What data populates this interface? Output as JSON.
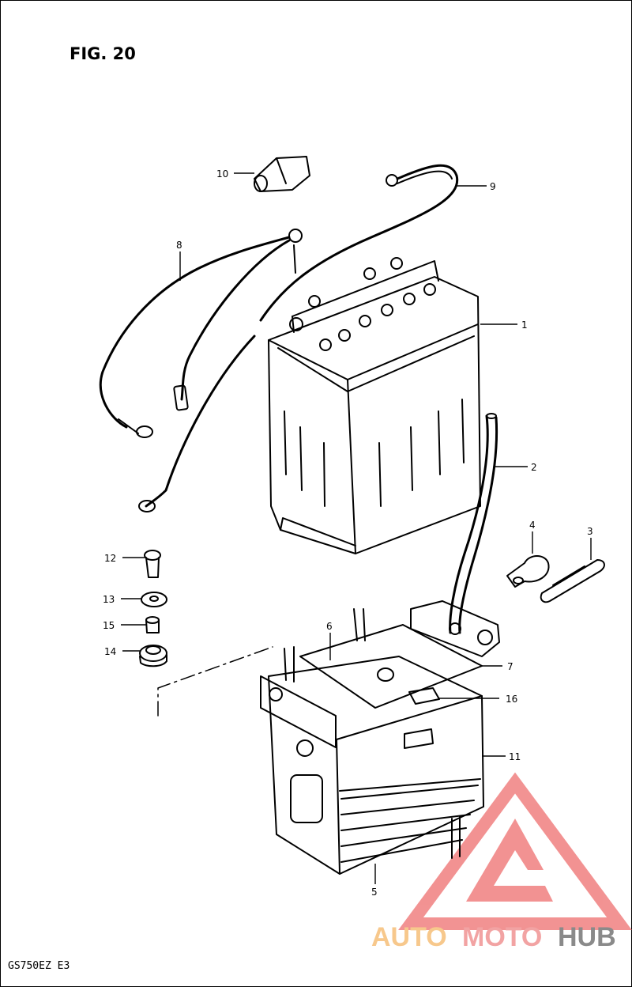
{
  "figure": {
    "title": "FIG. 20",
    "model_code": "GS750EZ  E3"
  },
  "callouts": [
    {
      "id": "callout-1",
      "number": "1"
    },
    {
      "id": "callout-2",
      "number": "2"
    },
    {
      "id": "callout-3",
      "number": "3"
    },
    {
      "id": "callout-4",
      "number": "4"
    },
    {
      "id": "callout-5",
      "number": "5"
    },
    {
      "id": "callout-6",
      "number": "6"
    },
    {
      "id": "callout-7",
      "number": "7"
    },
    {
      "id": "callout-8",
      "number": "8"
    },
    {
      "id": "callout-9",
      "number": "9"
    },
    {
      "id": "callout-10",
      "number": "10"
    },
    {
      "id": "callout-11",
      "number": "11"
    },
    {
      "id": "callout-12",
      "number": "12"
    },
    {
      "id": "callout-13",
      "number": "13"
    },
    {
      "id": "callout-14",
      "number": "14"
    },
    {
      "id": "callout-15",
      "number": "15"
    },
    {
      "id": "callout-16",
      "number": "16"
    }
  ],
  "watermark": {
    "part1": "AUTO",
    "part2": "MOTO",
    "part3": "HUB",
    "colors": {
      "auto": "#f7c88c",
      "moto": "#f2a3a3",
      "hub": "#8a8a8a",
      "logo": "#f08080"
    }
  }
}
